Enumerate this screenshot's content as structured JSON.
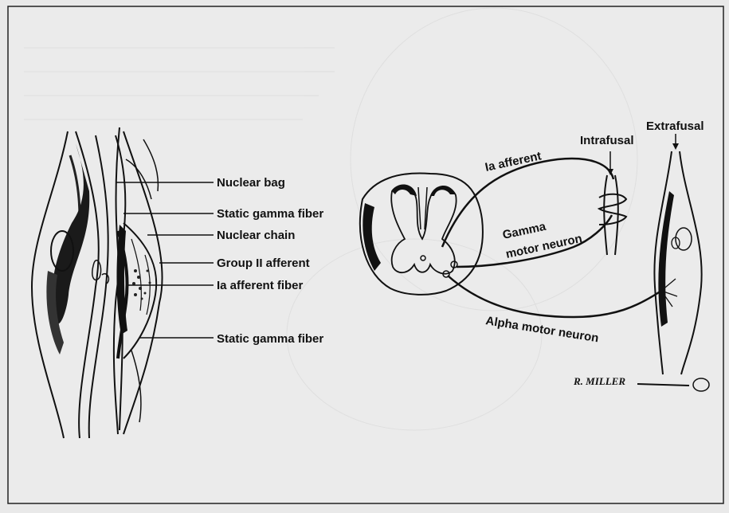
{
  "left_diagram": {
    "labels": [
      "Nuclear bag",
      "Static gamma fiber",
      "Nuclear chain",
      "Group II afferent",
      "Ia afferent fiber",
      "Static gamma fiber"
    ]
  },
  "right_diagram": {
    "intrafusal": "Intrafusal",
    "extrafusal": "Extrafusal",
    "ia_afferent": "Ia afferent",
    "gamma_line1": "Gamma",
    "gamma_line2": "motor neuron",
    "alpha_motor": "Alpha motor neuron"
  },
  "signature": "R. MILLER"
}
